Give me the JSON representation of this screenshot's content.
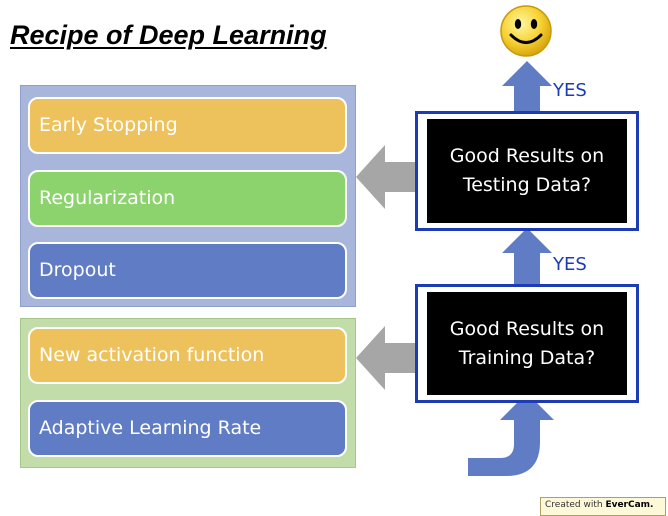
{
  "title": "Recipe of Deep Learning",
  "testing_remedies": [
    "Early Stopping",
    "Regularization",
    "Dropout"
  ],
  "training_remedies": [
    "New activation function",
    "Adaptive Learning Rate"
  ],
  "testing_question": {
    "line1": "Good Results on",
    "line2": "Testing Data?"
  },
  "training_question": {
    "line1": "Good Results on",
    "line2": "Training Data?"
  },
  "yes_labels": {
    "top": "YES",
    "middle": "YES"
  },
  "outcome_icon": "smiley-face-icon",
  "footer": {
    "prefix": "Created with ",
    "brand": "EverCam."
  },
  "colors": {
    "remedy_yellow": "#edc25c",
    "remedy_green": "#8cd36e",
    "remedy_blue": "#5f7cc4",
    "testing_panel": "#a9b6dc",
    "training_panel": "#c2dcaa",
    "frame_blue": "#1c3bb5",
    "flow_arrow": "#5f7cc4",
    "back_arrow": "#a6a6a6"
  }
}
